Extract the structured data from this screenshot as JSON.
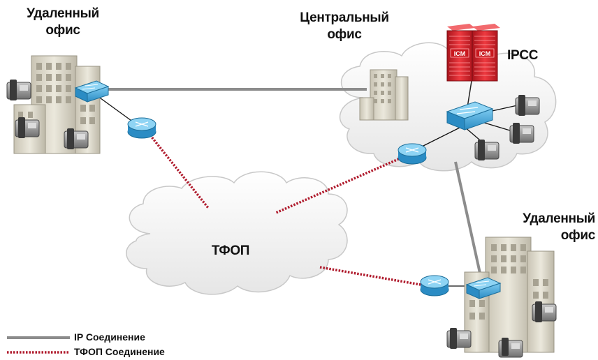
{
  "labels": {
    "remote_office_left": [
      "Удаленный",
      "офис"
    ],
    "central_office": [
      "Центральный",
      "офис"
    ],
    "ipcc": "IPCC",
    "pstn_cloud": "ТФОП",
    "remote_office_right": [
      "Удаленный",
      "офис"
    ],
    "server_tag_1": "ICM",
    "server_tag_2": "ICM"
  },
  "legend": {
    "ip_connection": "IP Соединение",
    "pstn_connection": "ТФОП Соединение"
  },
  "colors": {
    "ip_line": "#8c8c8c",
    "pstn_line": "#b01c2e",
    "switch": "#3aa3d6",
    "router": "#3aa3d6",
    "server": "#e0242c",
    "building": "#d8d4c6",
    "cloud": "#f2f2f2"
  }
}
